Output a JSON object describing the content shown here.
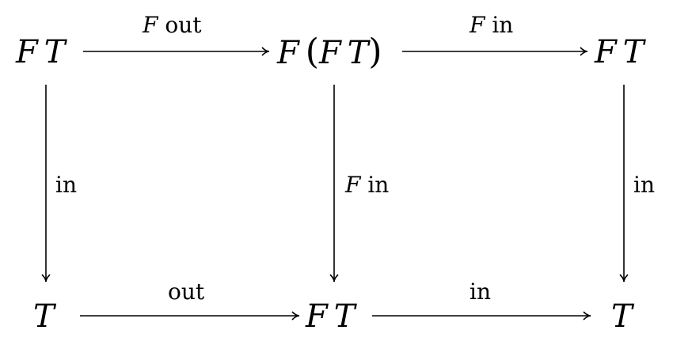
{
  "nodes": {
    "top_left": {
      "func": "F",
      "arg": "T"
    },
    "top_middle": {
      "outer": "F",
      "open": "(",
      "func": "F",
      "arg": "T",
      "close": ")"
    },
    "top_right": {
      "func": "F",
      "arg": "T"
    },
    "bottom_left": {
      "arg": "T"
    },
    "bottom_middle": {
      "func": "F",
      "arg": "T"
    },
    "bottom_right": {
      "arg": "T"
    }
  },
  "arrows": {
    "top_left_to_top_middle": {
      "func": "F",
      "text": "out"
    },
    "top_middle_to_top_right": {
      "func": "F",
      "text": "in"
    },
    "top_left_to_bottom_left": {
      "text": "in"
    },
    "top_middle_to_bottom_middle": {
      "func": "F",
      "text": "in"
    },
    "top_right_to_bottom_right": {
      "text": "in"
    },
    "bottom_left_to_bottom_middle": {
      "text": "out"
    },
    "bottom_middle_to_bottom_right": {
      "text": "in"
    }
  },
  "colors": {
    "ink": "#000000",
    "background": "#ffffff"
  }
}
